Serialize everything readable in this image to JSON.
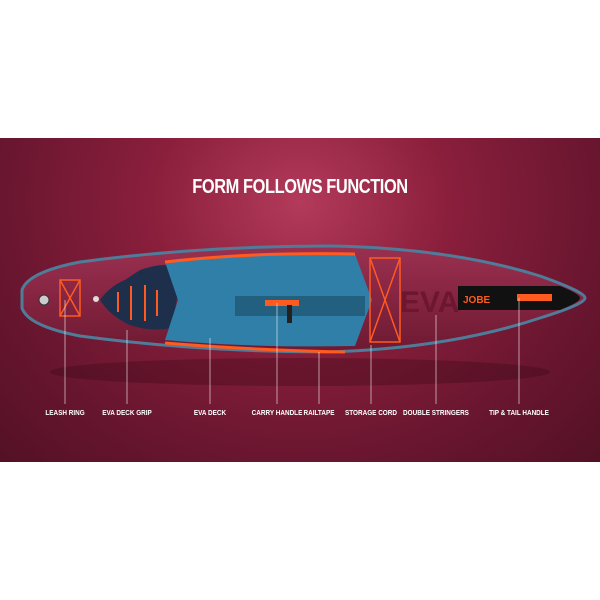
{
  "title": "FORM FOLLOWS FUNCTION",
  "brand": "JOBE",
  "board_print": "EVA",
  "labels": [
    {
      "text": "LEASH RING"
    },
    {
      "text": "EVA DECK GRIP"
    },
    {
      "text": "EVA DECK"
    },
    {
      "text": "CARRY HANDLE"
    },
    {
      "text": "RAILTAPE"
    },
    {
      "text": "STORAGE CORD"
    },
    {
      "text": "DOUBLE STRINGERS"
    },
    {
      "text": "TIP & TAIL HANDLE"
    }
  ],
  "colors": {
    "background": "#7a1a36",
    "deck": "#2f7fa8",
    "grip": "#1d2f4a",
    "accent": "#ff5a1f",
    "board": "#8a2340"
  }
}
